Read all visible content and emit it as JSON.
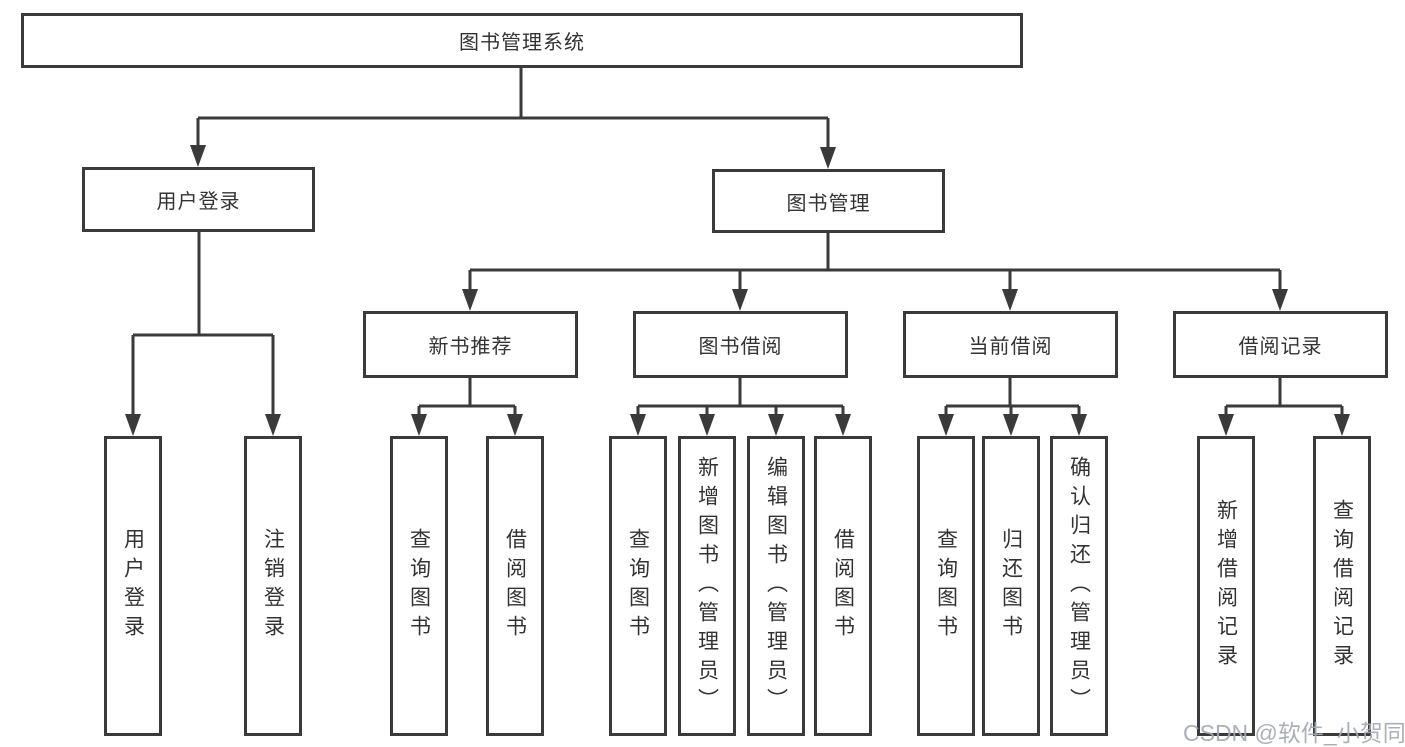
{
  "tree": {
    "root": {
      "label": "图书管理系统"
    },
    "level2": [
      {
        "label": "用户登录"
      },
      {
        "label": "图书管理"
      }
    ],
    "level3": [
      {
        "label": "新书推荐"
      },
      {
        "label": "图书借阅"
      },
      {
        "label": "当前借阅"
      },
      {
        "label": "借阅记录"
      }
    ],
    "leaves": {
      "user_login": [
        {
          "label": "用户登录"
        },
        {
          "label": "注销登录"
        }
      ],
      "new_books": [
        {
          "label": "查询图书"
        },
        {
          "label": "借阅图书"
        }
      ],
      "book_borrow": [
        {
          "label": "查询图书"
        },
        {
          "label": "新增图书（管理员）"
        },
        {
          "label": "编辑图书（管理员）"
        },
        {
          "label": "借阅图书"
        }
      ],
      "current_borrow": [
        {
          "label": "查询图书"
        },
        {
          "label": "归还图书"
        },
        {
          "label": "确认归还（管理员）"
        }
      ],
      "borrow_records": [
        {
          "label": "新增借阅记录"
        },
        {
          "label": "查询借阅记录"
        }
      ]
    }
  },
  "watermark": {
    "text": "CSDN @软件_小贺同学"
  },
  "colors": {
    "line": "#3a3a3a",
    "text": "#333333",
    "watermark": "#a4a9b2",
    "background": "#ffffff"
  }
}
